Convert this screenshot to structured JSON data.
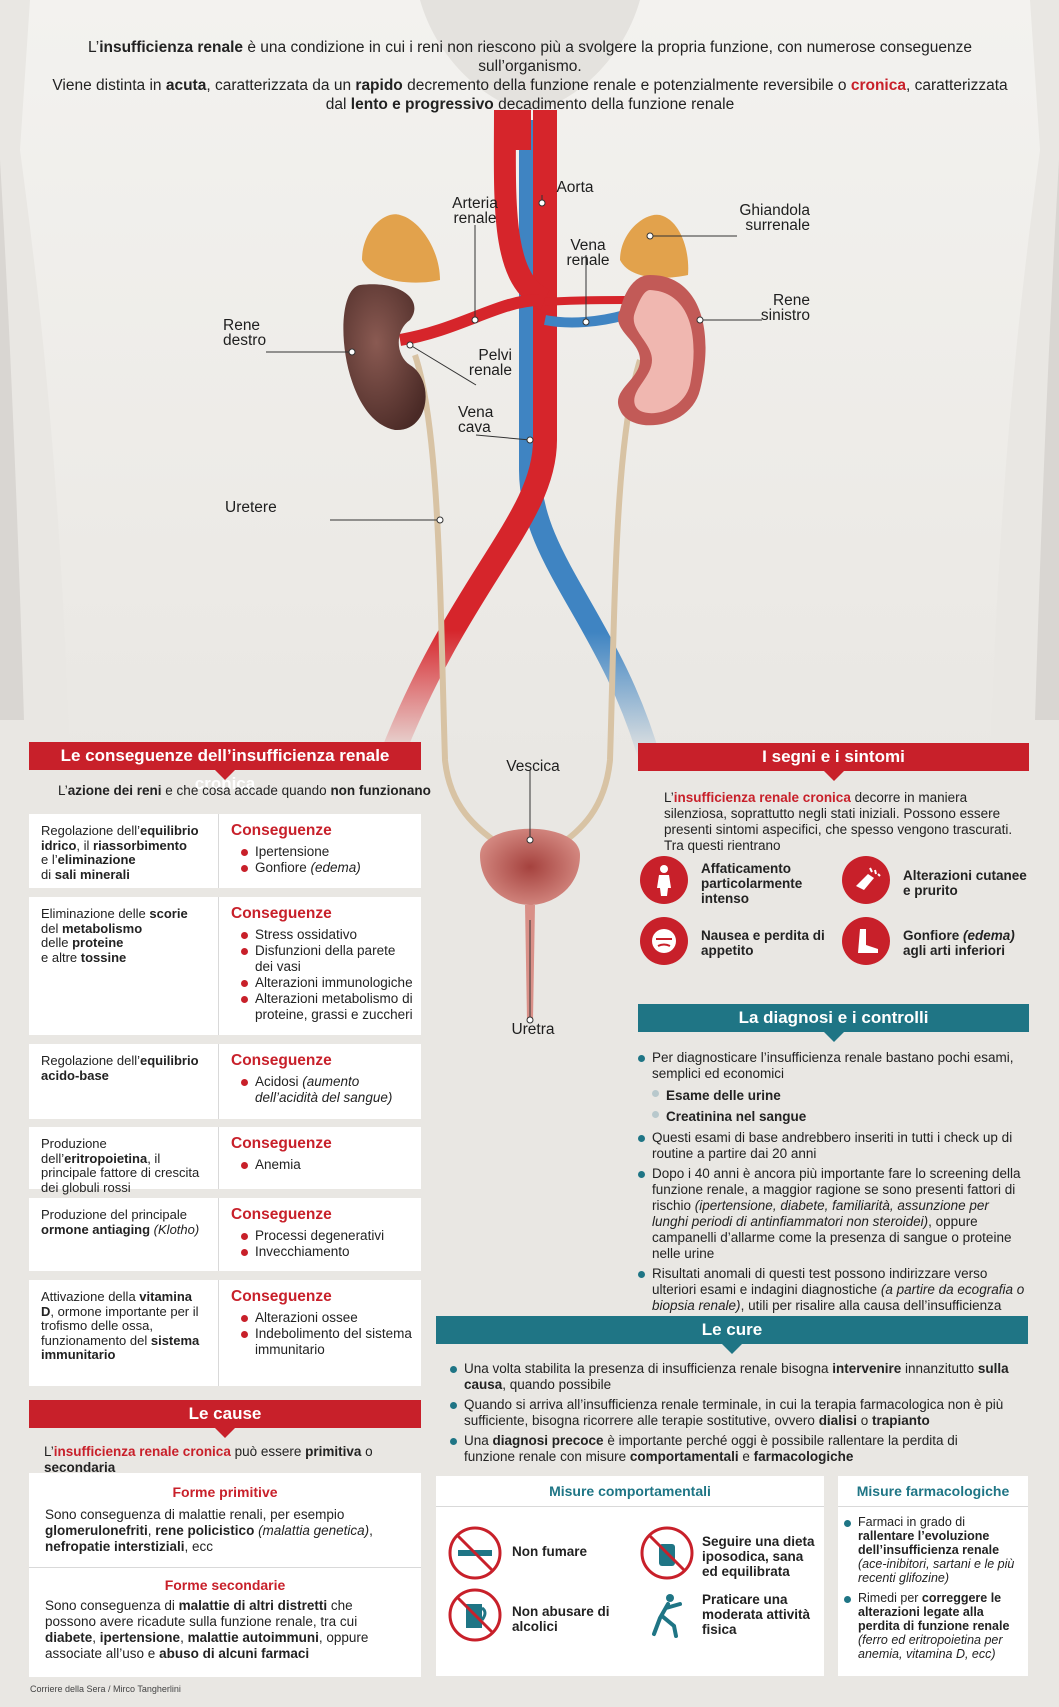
{
  "intro": {
    "line1": {
      "a": "L’",
      "b": "insufficienza renale",
      "c": " è una condizione in cui i reni non riescono più a svolgere la propria funzione, con numerose conseguenze sull’organismo."
    },
    "line2": {
      "a": "Viene distinta in ",
      "b": "acuta",
      "c": ", caratterizzata da un ",
      "d": "rapido",
      "e": " decremento della funzione renale e potenzialmente reversibile o ",
      "f": "cronica",
      "g": ", caratterizzata"
    },
    "line3": {
      "a": "dal ",
      "b": "lento e progressivo",
      "c": " decadimento della funzione renale"
    }
  },
  "anatomy": {
    "aorta": "Aorta",
    "arteria_1": "Arteria",
    "arteria_2": "renale",
    "vena_1": "Vena",
    "vena_2": "renale",
    "ghiandola_1": "Ghiandola",
    "ghiandola_2": "surrenale",
    "rene_sx_1": "Rene",
    "rene_sx_2": "sinistro",
    "rene_dx_1": "Rene",
    "rene_dx_2": "destro",
    "pelvi_1": "Pelvi",
    "pelvi_2": "renale",
    "cava_1": "Vena",
    "cava_2": "cava",
    "uretere": "Uretere",
    "vescica": "Vescica",
    "uretra": "Uretra"
  },
  "colors": {
    "red": "#c8202a",
    "teal": "#1f7585",
    "artery": "#d6252b",
    "vein": "#3f84c2"
  },
  "conseguenze": {
    "title": "Le conseguenze dell’insufficienza renale cronica",
    "sub": {
      "a": "L’",
      "b": "azione dei reni",
      "c": " e che cosa accade quando ",
      "d": "non funzionano"
    },
    "heading": "Conseguenze",
    "r1": {
      "l": {
        "a": "Regolazione dell’",
        "b": "equilibrio idrico",
        "c": ", il ",
        "d": "riassorbimento",
        "e": " e l’",
        "f": "eliminazione",
        "g": " di ",
        "h": "sali minerali"
      },
      "i1": "Ipertensione",
      "i2a": "Gonfiore ",
      "i2b": "(edema)"
    },
    "r2": {
      "l": {
        "a": "Eliminazione delle ",
        "b": "scorie",
        "c": " del ",
        "d": "metabolismo",
        "e": " delle ",
        "f": "proteine",
        "g": " e altre ",
        "h": "tossine"
      },
      "i1": "Stress ossidativo",
      "i2": "Disfunzioni della parete dei vasi",
      "i3": "Alterazioni immunologiche",
      "i4": "Alterazioni metabolismo di proteine, grassi e zuccheri"
    },
    "r3": {
      "l": {
        "a": "Regolazione dell’",
        "b": "equilibrio acido-base"
      },
      "i1a": "Acidosi ",
      "i1b": "(aumento dell’acidità del sangue)"
    },
    "r4": {
      "l": {
        "a": "Produzione dell’",
        "b": "eritropoietina",
        "c": ", il principale fattore di crescita dei globuli rossi"
      },
      "i1": "Anemia"
    },
    "r5": {
      "l": {
        "a": "Produzione del principale ",
        "b": "ormone antiaging",
        "c": " (Klotho)"
      },
      "i1": "Processi degenerativi",
      "i2": "Invecchiamento"
    },
    "r6": {
      "l": {
        "a": "Attivazione della ",
        "b": "vitamina D",
        "c": ", ormone importante per il trofismo delle ossa, funzionamento del ",
        "d": "sistema immunitario"
      },
      "i1": "Alterazioni ossee",
      "i2": "Indebolimento del sistema immunitario"
    }
  },
  "cause": {
    "title": "Le cause",
    "sub": {
      "a": "L’",
      "b": "insufficienza renale cronica",
      "c": " può essere ",
      "d": "primitiva",
      "e": " o ",
      "f": "secondaria"
    },
    "prim_title": "Forme primitive",
    "prim": {
      "a": "Sono conseguenza di malattie renali, per esempio ",
      "b": "glomerulonefriti",
      ",": ", ",
      "c": "rene policistico",
      "d": " (malattia genetica)",
      "e": ", ",
      "f": "nefropatie interstiziali",
      "g": ", ecc"
    },
    "sec_title": "Forme secondarie",
    "sec": {
      "a": "Sono conseguenza di ",
      "b": "malattie di altri distretti",
      "c": " che possono avere ricadute sulla funzione renale, tra cui ",
      "d": "diabete",
      ",": ", ",
      "e": "ipertensione",
      ",2": ", ",
      "f": "malattie autoimmuni",
      "g": ", oppure associate all’uso e ",
      "h": "abuso di alcuni farmaci"
    }
  },
  "segni": {
    "title": "I segni e i sintomi",
    "intro": {
      "a": "L’",
      "b": "insufficienza renale cronica",
      "c": " decorre in maniera silenziosa, soprattutto negli stati iniziali. Possono essere presenti sintomi aspecifici, che spesso vengono trascurati. Tra questi rientrano"
    },
    "s1": "Affaticamento particolarmente intenso",
    "s2": "Alterazioni cutanee e prurito",
    "s3": "Nausea e perdita di appetito",
    "s4a": "Gonfiore ",
    "s4b": "(edema)",
    "s4c": " agli arti inferiori"
  },
  "diagnosi": {
    "title": "La diagnosi e i controlli",
    "b1": "Per diagnosticare l’insufficienza  renale bastano pochi esami, semplici ed economici",
    "e1": "Esame delle urine",
    "e2": "Creatinina nel sangue",
    "b2": "Questi esami di base andrebbero inseriti in tutti i check up di routine a partire dai 20 anni",
    "b3a": "Dopo i 40 anni è ancora più importante fare lo screening della funzione renale, a maggior ragione se sono presenti fattori di rischio ",
    "b3b": "(ipertensione, diabete, familiarità, assunzione per lunghi periodi di antinfiammatori non steroidei)",
    "b3c": ", oppure campanelli d’allarme come la presenza di sangue o proteine nelle urine",
    "b4a": "Risultati anomali di questi test possono indirizzare verso ulteriori esami e indagini diagnostiche ",
    "b4b": "(a partire da ecografia o biopsia renale)",
    "b4c": ", utili per risalire alla causa dell’insufficienza renale"
  },
  "cure": {
    "title": "Le cure",
    "c1a": "Una volta stabilita la presenza di insufficienza renale bisogna ",
    "c1b": "intervenire",
    "c1c": " innanzitutto ",
    "c1d": "sulla causa",
    "c1e": ", quando possibile",
    "c2a": "Quando si arriva all’insufficienza renale terminale, in cui la terapia farmacologica non è più sufficiente, bisogna ricorrere alle terapie sostitutive, ovvero ",
    "c2b": "dialisi",
    "c2c": " o ",
    "c2d": "trapianto",
    "c3a": "Una ",
    "c3b": "diagnosi precoce",
    "c3c": " è importante perché oggi è possibile rallentare la perdita di funzione renale con misure ",
    "c3d": "comportamentali",
    "c3e": " e ",
    "c3f": "farmacologiche"
  },
  "misure_comp": {
    "title": "Misure comportamentali",
    "m1": "Non fumare",
    "m2": "Seguire una dieta iposodica, sana ed equilibrata",
    "m3": "Non abusare di alcolici",
    "m4": "Praticare una moderata attività fisica"
  },
  "misure_farm": {
    "title": "Misure farmacologiche",
    "f1a": "Farmaci in grado di ",
    "f1b": "rallentare l’evoluzione dell’insufficienza renale",
    "f1c": " (ace-inibitori, sartani e le più recenti glifozine)",
    "f2a": "Rimedi per ",
    "f2b": "correggere le alterazioni legate alla perdita di funzione renale",
    "f2c": " (ferro ed eritropoietina per anemia, vitamina D, ecc)"
  },
  "credit": "Corriere della Sera / Mirco Tangherlini"
}
